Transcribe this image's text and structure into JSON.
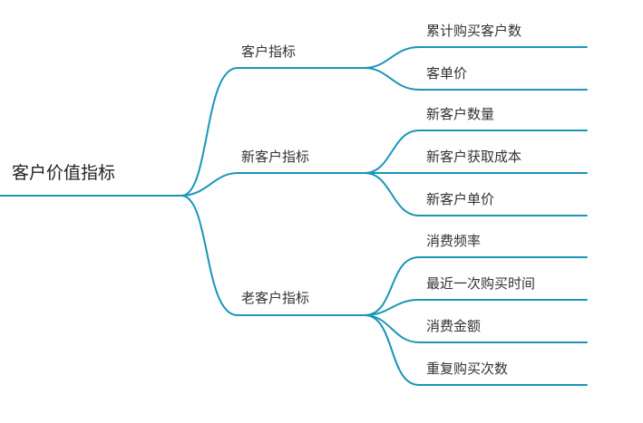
{
  "root": {
    "label": "客户价值指标"
  },
  "branches": [
    {
      "label": "客户指标",
      "children": [
        "累计购买客户数",
        "客单价"
      ]
    },
    {
      "label": "新客户指标",
      "children": [
        "新客户数量",
        "新客户获取成本",
        "新客户单价"
      ]
    },
    {
      "label": "老客户指标",
      "children": [
        "消费频率",
        "最近一次购买时间",
        "消费金额",
        "重复购买次数"
      ]
    }
  ],
  "colors": {
    "edge": "#1a96b8",
    "text": "#333333"
  }
}
